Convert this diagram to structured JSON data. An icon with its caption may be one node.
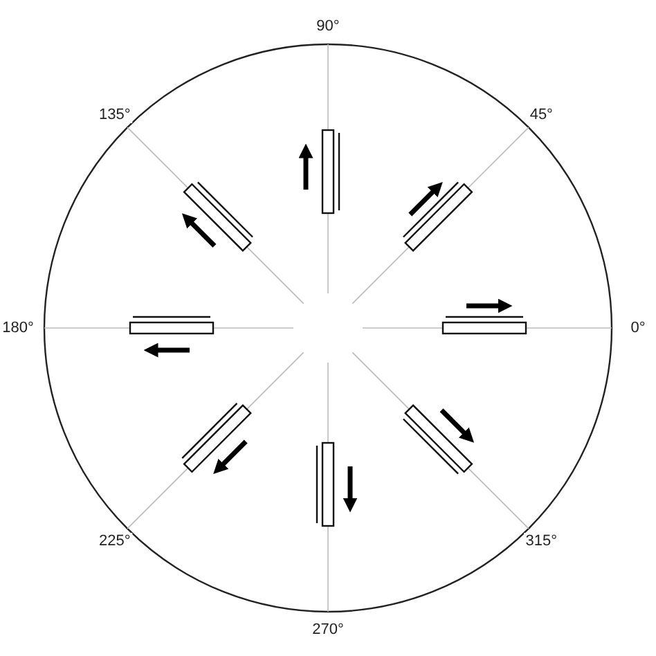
{
  "diagram": {
    "labels": [
      "90°",
      "135°",
      "45°",
      "180°",
      "0°",
      "225°",
      "315°",
      "270°"
    ]
  }
}
